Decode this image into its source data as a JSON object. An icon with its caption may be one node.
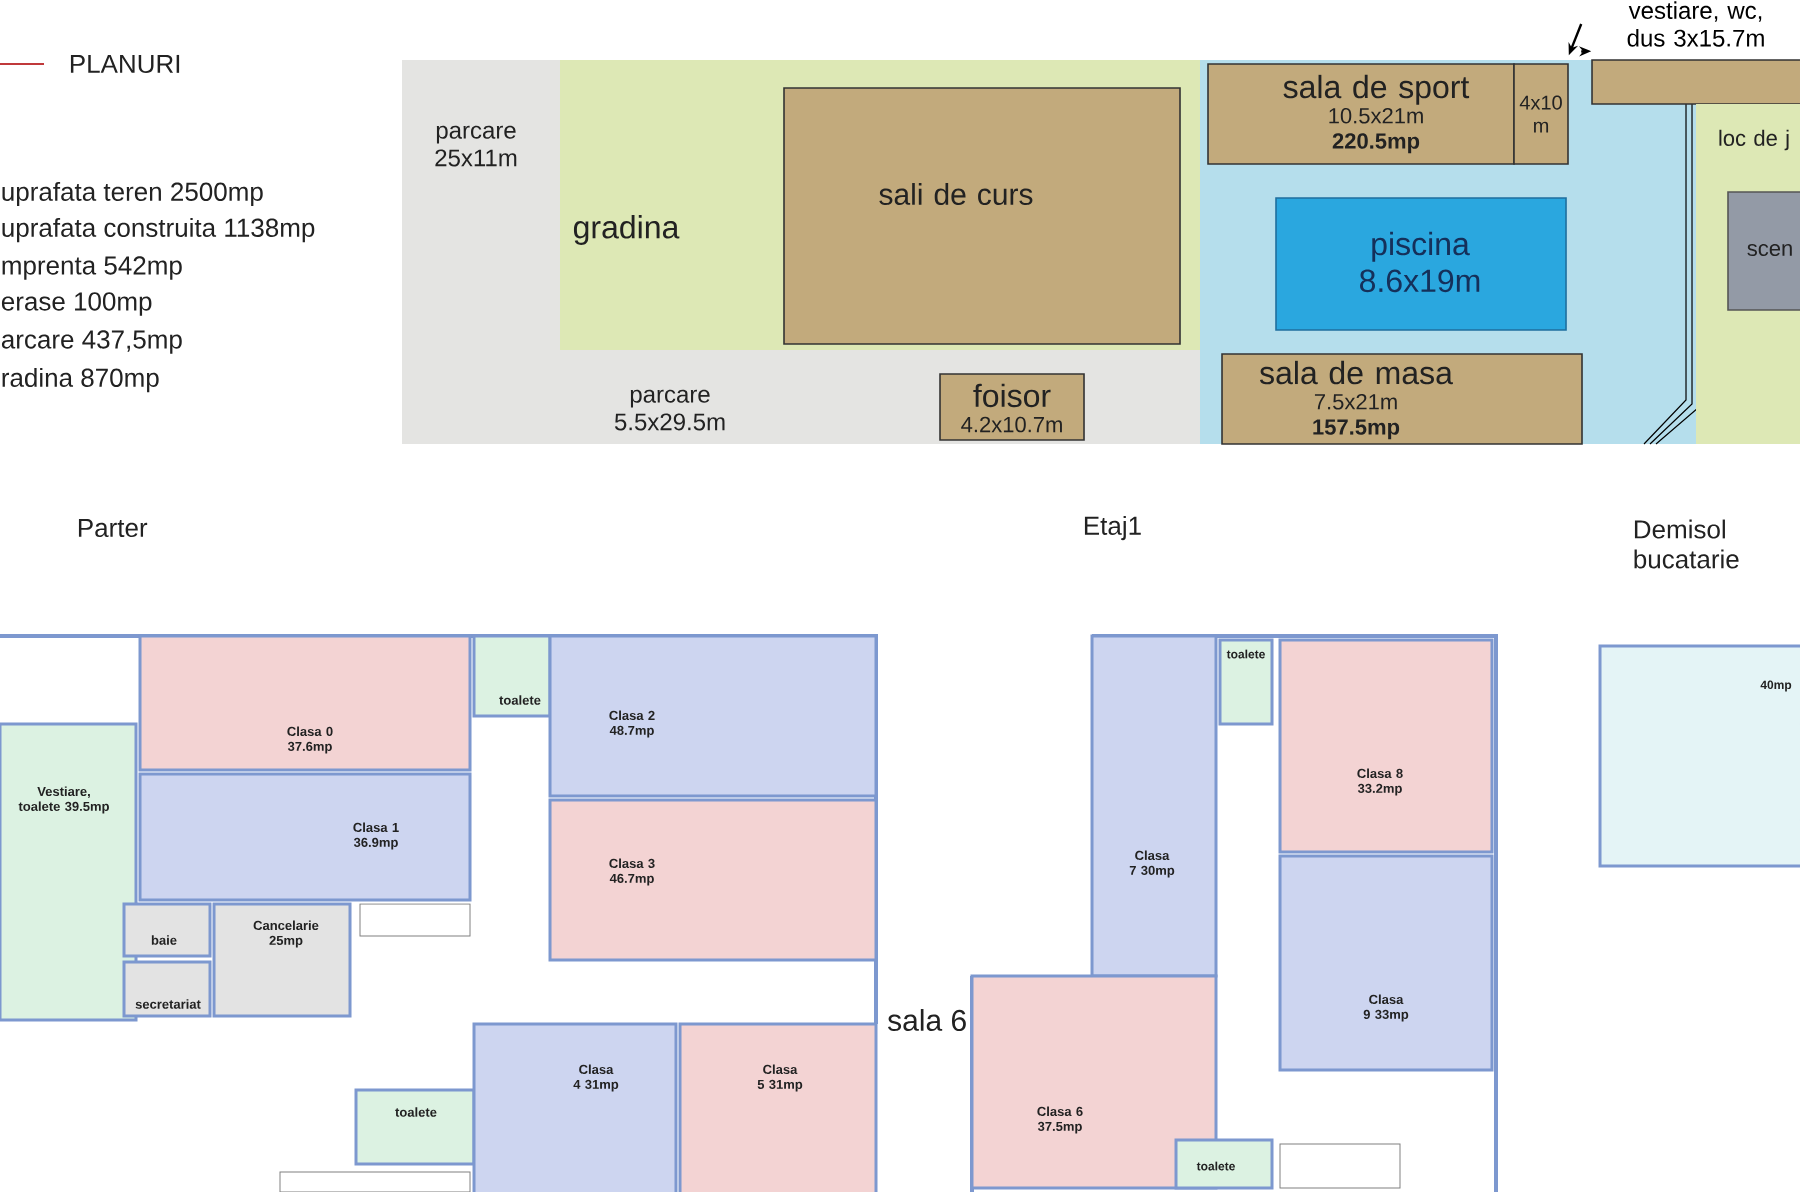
{
  "diagram": {
    "nodes": [
      {
        "text": [
          "parcare 25x11m"
        ]
      },
      {
        "text": [
          "gradina"
        ]
      },
      {
        "text": [
          "sali de curs"
        ],
        "in": 1
      },
      {
        "text": [
          "parcare 5.5x29.5m"
        ]
      },
      {
        "text": [
          "foisor",
          "4.2x10.7m"
        ],
        "in": 3
      },
      {
        "text": [
          "sala de sport",
          "10.5x21m",
          "220.5mp"
        ]
      },
      {
        "text": [
          "4x10 m"
        ]
      },
      {
        "text": [
          "piscina 8.6x19m"
        ]
      },
      {
        "text": [
          "sala de masa",
          "7.5x21m",
          "157.5mp"
        ]
      },
      {
        "text": [],
        "shape": "box"
      },
      {
        "text": [
          "vestiare, wc, dus 3x15.7m"
        ]
      },
      {
        "text": [
          "loc de j"
        ]
      },
      {
        "text": [
          "scen"
        ],
        "in": 11
      },
      {
        "text": [
          "Vestiare, toalete 39.5mp"
        ]
      },
      {
        "text": [
          "Clasa 0 37.6mp"
        ]
      },
      {
        "text": [
          "Clasa 1 36.9mp"
        ]
      },
      {
        "text": [
          "toalete"
        ]
      },
      {
        "text": [
          "Clasa 2 48.7mp"
        ]
      },
      {
        "text": [
          "Clasa 3 46.7mp"
        ]
      },
      {
        "text": [
          "baie"
        ]
      },
      {
        "text": [
          "Cancelarie 25mp"
        ]
      },
      {
        "text": [
          "secretariat"
        ]
      },
      {
        "text": [
          "toalete"
        ]
      },
      {
        "text": [
          "Clasa 4 31mp"
        ]
      },
      {
        "text": [
          "Clasa 5 31mp"
        ]
      },
      {
        "text": [
          "toalete"
        ]
      },
      {
        "text": [
          "Clasa 7 30mp"
        ]
      },
      {
        "text": [
          "Clasa 8 33.2mp"
        ]
      },
      {
        "text": [
          "Clasa 9 33mp"
        ]
      },
      {
        "text": [
          "Clasa 6 37.5mp"
        ]
      },
      {
        "text": [
          "toalete"
        ]
      },
      {
        "text": [
          "40mp"
        ]
      }
    ],
    "edges": [
      {
        "from": 10,
        "to": 6,
        "arrow": "to"
      },
      {
        "from": 10,
        "to": 9,
        "arrow": "to"
      }
    ],
    "labels": [
      "PLANURI",
      "uprafata teren 2500mp",
      "uprafata construita 1138mp",
      "mprenta 542mp",
      "erase 100mp",
      "arcare 437,5mp",
      "radina 870mp",
      "Parter",
      "Etaj1",
      "Demisol bucatarie",
      "sala 6"
    ]
  }
}
